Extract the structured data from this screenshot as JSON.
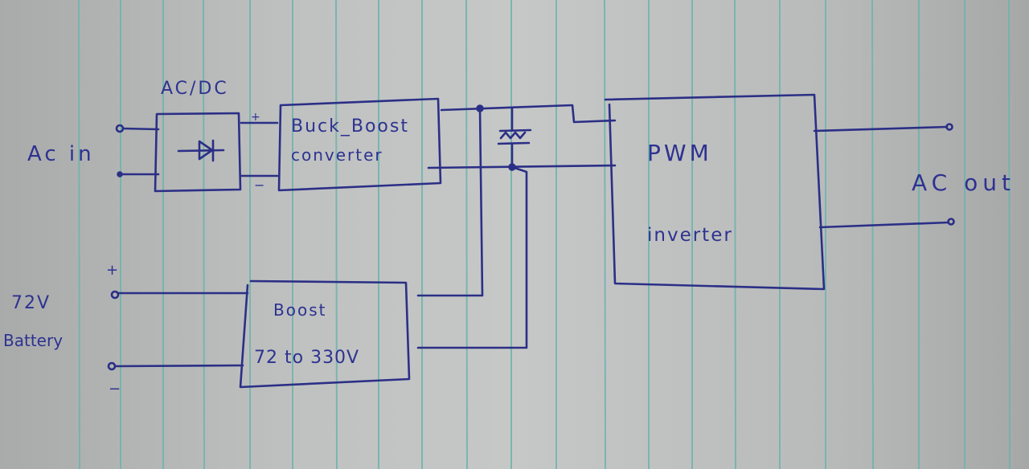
{
  "diagram": {
    "title": "UPS block diagram (hand-drawn)",
    "ink_color": "#2b2f86",
    "paper_rule_color": "#6fb3ad",
    "blocks": {
      "acdc": {
        "label": "AC/DC",
        "symbol": "diode"
      },
      "buck_boost": {
        "line1": "Buck_Boost",
        "line2": "converter"
      },
      "boost": {
        "line1": "Boost",
        "line2": "72 to 330V"
      },
      "inverter": {
        "line1": "PWM",
        "line2": "inverter"
      },
      "capacitor": {
        "symbol": "capacitor"
      }
    },
    "labels": {
      "ac_in": "Ac in",
      "ac_out": "AC out",
      "battery_voltage": "72V",
      "battery": "Battery",
      "plus": "+",
      "minus": "−",
      "acdc_plus": "+",
      "acdc_minus": "−"
    }
  }
}
